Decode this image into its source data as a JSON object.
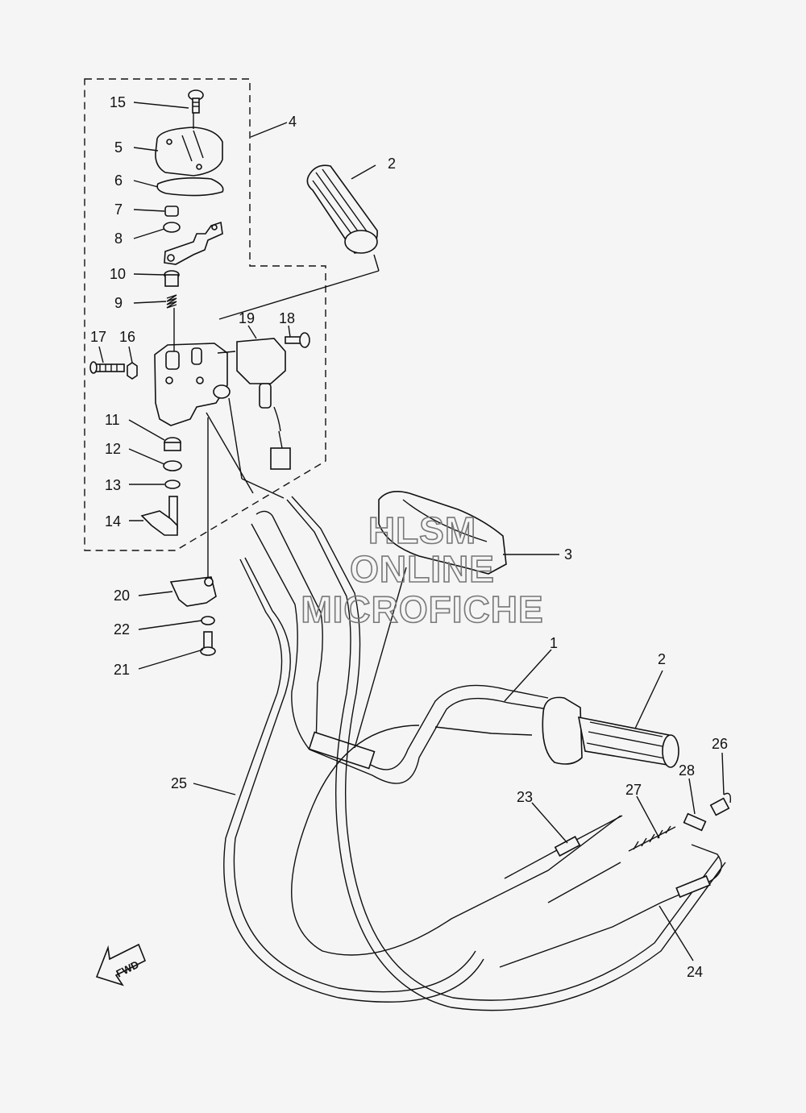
{
  "parts": [
    {
      "num": "15"
    },
    {
      "num": "4"
    },
    {
      "num": "5"
    },
    {
      "num": "6"
    },
    {
      "num": "2"
    },
    {
      "num": "7"
    },
    {
      "num": "8"
    },
    {
      "num": "10"
    },
    {
      "num": "9"
    },
    {
      "num": "19"
    },
    {
      "num": "18"
    },
    {
      "num": "17"
    },
    {
      "num": "16"
    },
    {
      "num": "11"
    },
    {
      "num": "12"
    },
    {
      "num": "13"
    },
    {
      "num": "14"
    },
    {
      "num": "3"
    },
    {
      "num": "20"
    },
    {
      "num": "22"
    },
    {
      "num": "21"
    },
    {
      "num": "1"
    },
    {
      "num": "2"
    },
    {
      "num": "26"
    },
    {
      "num": "25"
    },
    {
      "num": "28"
    },
    {
      "num": "23"
    },
    {
      "num": "27"
    },
    {
      "num": "24"
    }
  ],
  "watermark": {
    "line1": "HLSM",
    "line2": "ONLINE",
    "line3": "MICROFICHE"
  },
  "fwd_label": "FWD"
}
